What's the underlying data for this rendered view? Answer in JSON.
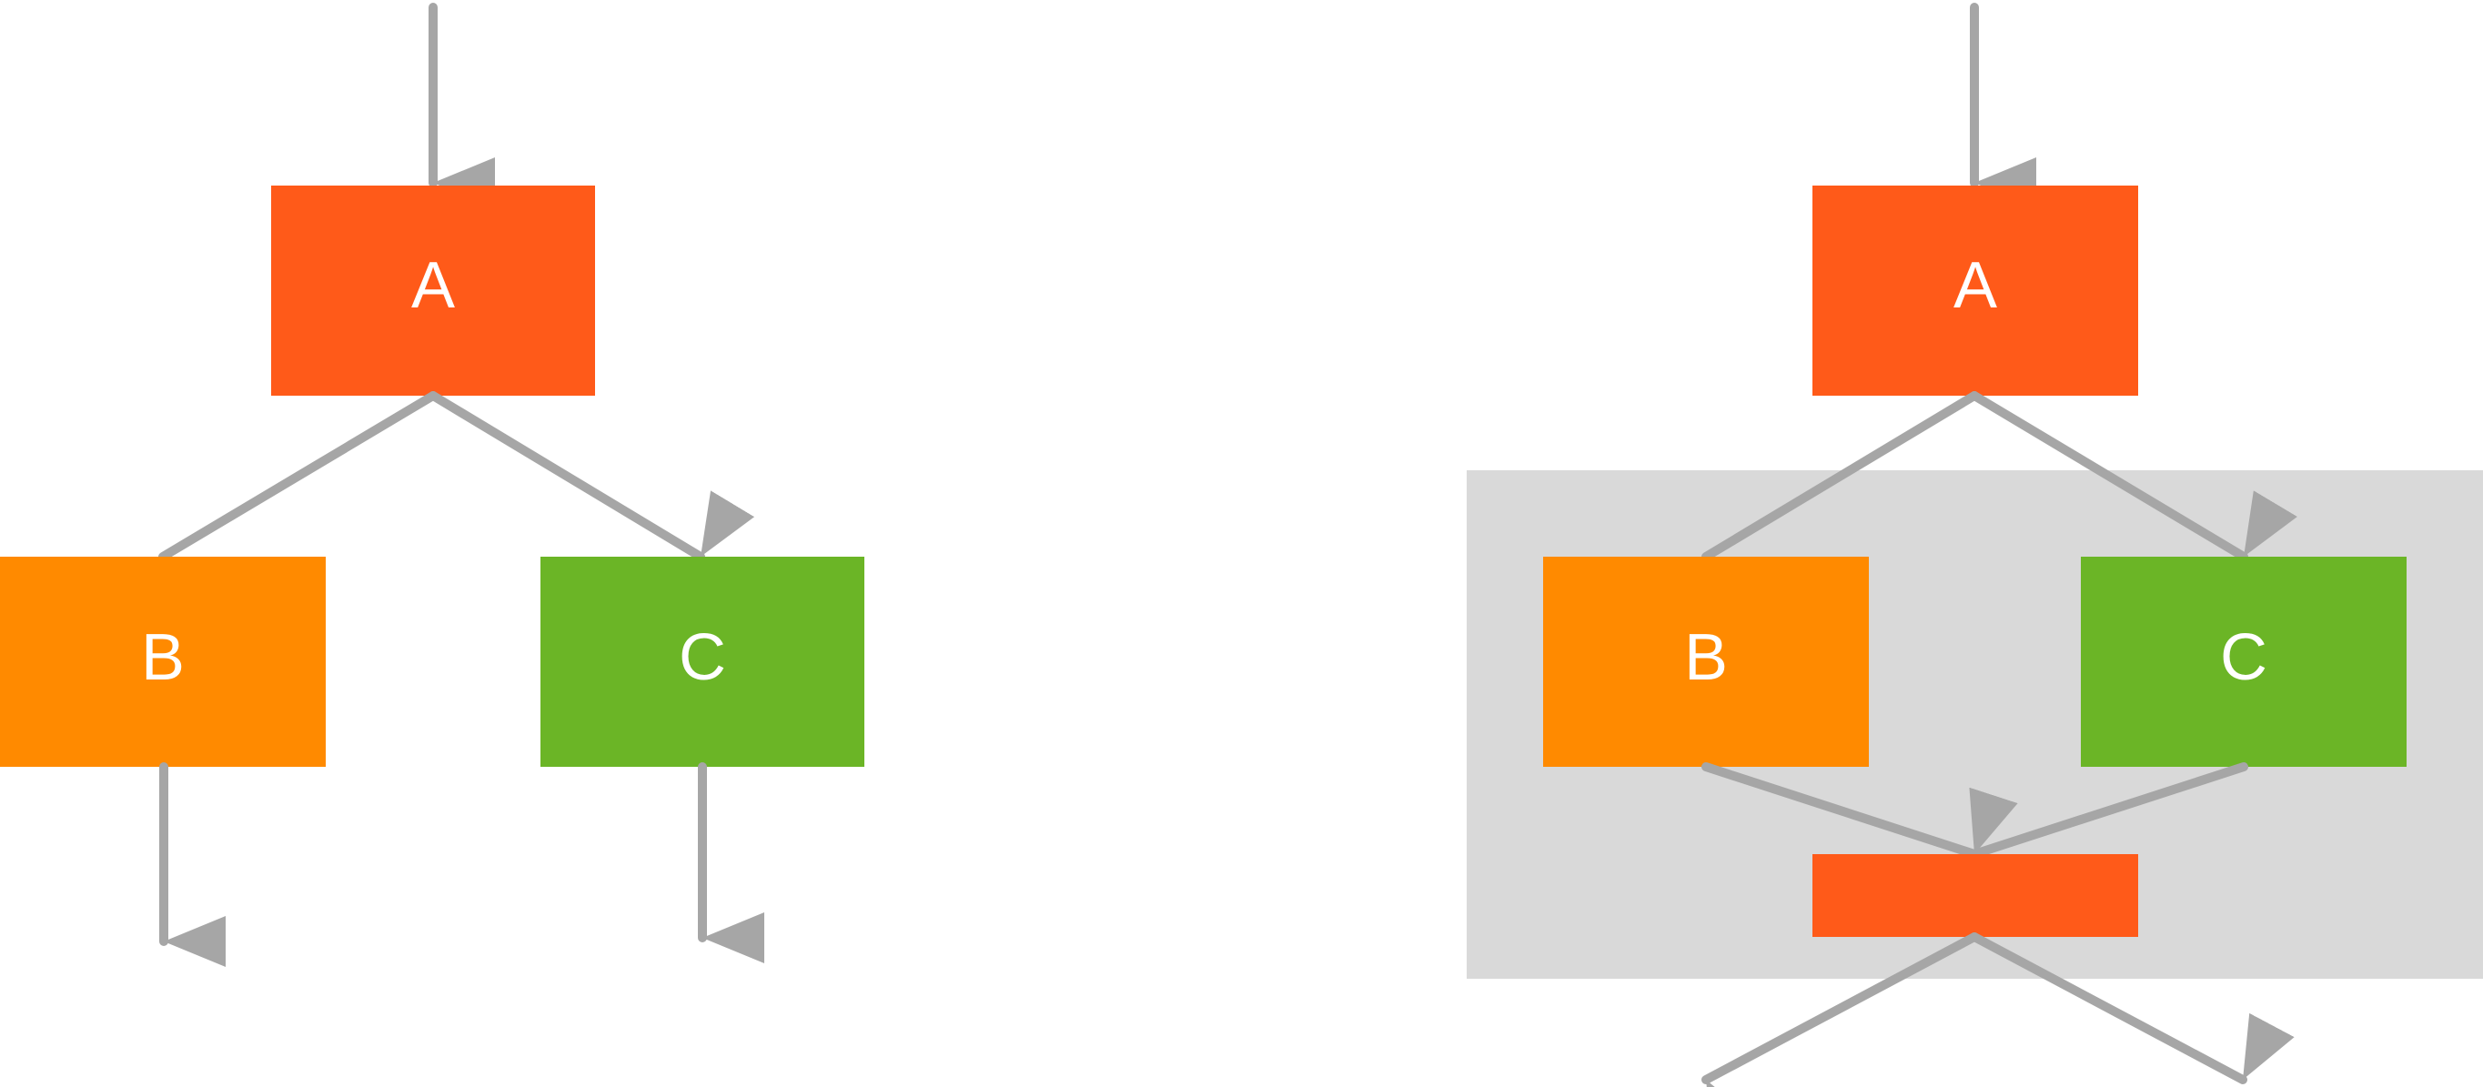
{
  "colors": {
    "background": "#ffffff",
    "group_background": "#d9d9d9",
    "connector": "#a6a6a6",
    "node_a": "#ff5a19",
    "node_b": "#ff8a00",
    "node_c": "#6bb526",
    "merge_node": "#ff5a19",
    "label_text": "#ffffff"
  },
  "diagram_left": {
    "nodes": {
      "a": {
        "label": "A"
      },
      "b": {
        "label": "B"
      },
      "c": {
        "label": "C"
      }
    }
  },
  "diagram_right": {
    "nodes": {
      "a": {
        "label": "A"
      },
      "b": {
        "label": "B"
      },
      "c": {
        "label": "C"
      },
      "merge": {
        "label": ""
      }
    }
  }
}
